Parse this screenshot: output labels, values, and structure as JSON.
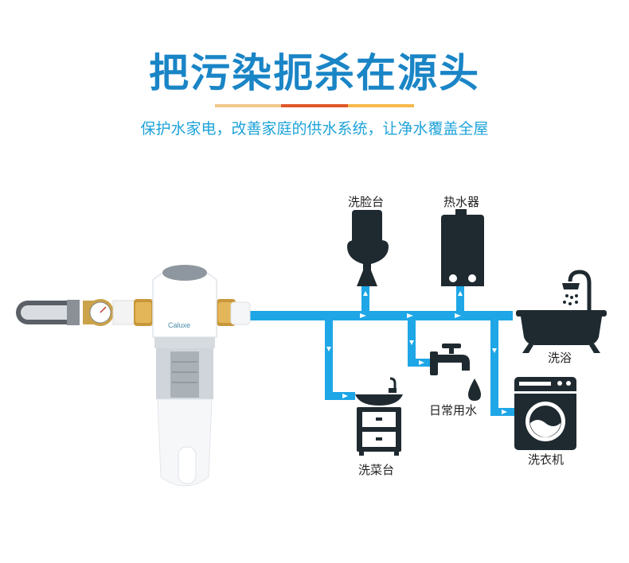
{
  "header": {
    "title": "把污染扼杀在源头",
    "subtitle": "保护水家电，改善家庭的供水系统，让净水覆盖全屋"
  },
  "filter": {
    "brand": "Caluxe"
  },
  "fixtures": {
    "toilet_label": "洗脸台",
    "heater_label": "热水器",
    "bath_label": "洗浴",
    "tap_label": "日常用水",
    "washer_label": "洗衣机",
    "sink_label": "洗菜台"
  },
  "colors": {
    "title": "#1a85c6",
    "subtitle": "#1ea3d9",
    "pipe": "#1ea6e6",
    "icon": "#1f2a30",
    "divider": [
      "#f3c98d",
      "#e0572a",
      "#f6b94a"
    ]
  }
}
